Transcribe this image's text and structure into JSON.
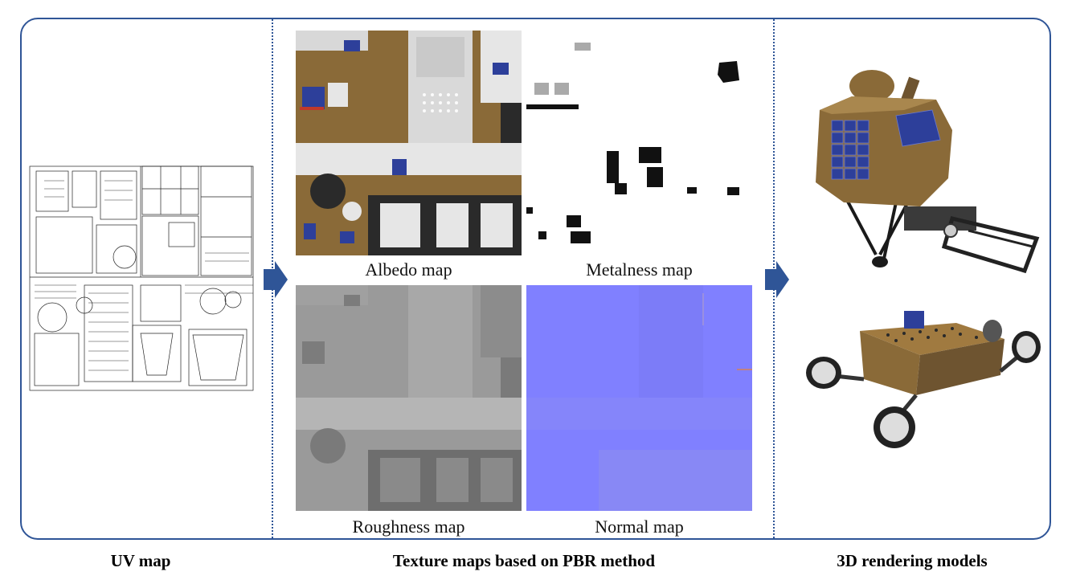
{
  "sections": {
    "uv_map": "UV map",
    "texture_maps": "Texture maps based on PBR method",
    "rendering": "3D rendering models"
  },
  "maps": {
    "albedo": "Albedo map",
    "metalness": "Metalness map",
    "roughness": "Roughness map",
    "normal": "Normal map"
  },
  "colors": {
    "frame": "#2f5597",
    "arrow": "#2f5597",
    "albedo_base": "#8a6a38",
    "albedo_light": "#e6e6e6",
    "albedo_blue": "#2d3f9a",
    "roughness_base": "#9a9a9a",
    "normal_base": "#8080ff"
  },
  "icons": {
    "arrow_1": "right-arrow-icon",
    "arrow_2": "right-arrow-icon"
  }
}
